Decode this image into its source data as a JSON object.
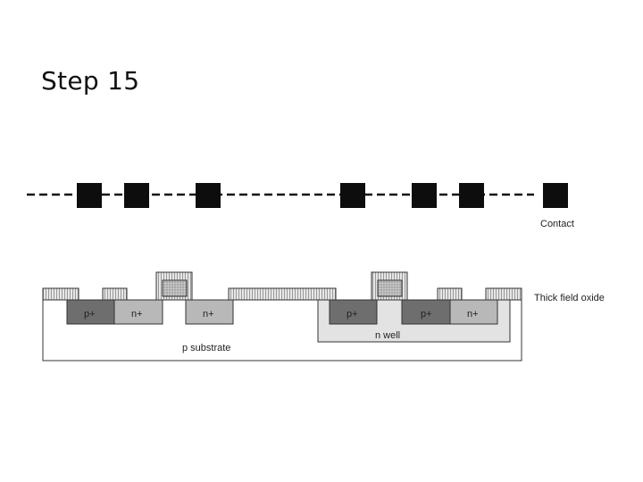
{
  "slide": {
    "title": "Step 15"
  },
  "mask": {
    "label": "Contact",
    "contact_count": 7
  },
  "cross_section": {
    "field_oxide_label": "Thick field oxide",
    "substrate_label": "p substrate",
    "well_label": "n well",
    "diffusions": [
      {
        "label": "p+",
        "fill": "#6e6e6e"
      },
      {
        "label": "n+",
        "fill": "#b8b8b8"
      },
      {
        "label": "n+",
        "fill": "#b8b8b8"
      },
      {
        "label": "p+",
        "fill": "#6e6e6e"
      },
      {
        "label": "p+",
        "fill": "#6e6e6e"
      },
      {
        "label": "n+",
        "fill": "#b8b8b8"
      }
    ]
  },
  "colors": {
    "contact": "#0d0d0d",
    "outline": "#333333",
    "well_fill": "#e3e3e3",
    "oxide_fill": "#d9d9d9"
  }
}
